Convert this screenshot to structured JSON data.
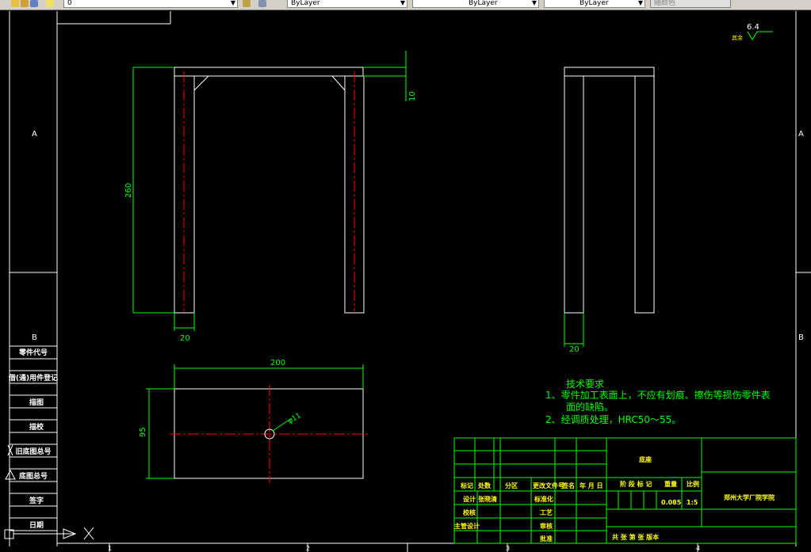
{
  "toolbar": {
    "layer_value": "0",
    "color_value": "ByLayer",
    "linetype_value": "ByLayer",
    "lineweight_value": "ByLayer",
    "plotstyle_value": "随颜色"
  },
  "border": {
    "zone_a": "A",
    "zone_b": "B"
  },
  "side_table": [
    "零件代号",
    "借(通)用件登记",
    "描图",
    "描校",
    "旧底图总号",
    "底图总号",
    "签字",
    "日期"
  ],
  "roughness": {
    "value": "6.4",
    "note": "其余"
  },
  "dimensions": {
    "height_260": "260",
    "thickness_10": "10",
    "width_20_front": "20",
    "width_20_side": "20",
    "length_200": "200",
    "width_95": "95",
    "hole": "φ11"
  },
  "tech_req": {
    "title": "技术要求",
    "line1": "1、零件加工表面上，不应有划痕、擦伤等损伤零件表",
    "line1b": "面的缺陷。",
    "line2": "2、经调质处理，HRC50～55。"
  },
  "title_block": {
    "part_name": "底座",
    "hdr_mark": "标记",
    "hdr_count": "处数",
    "hdr_zone": "分区",
    "hdr_doc": "更改文件号",
    "hdr_sign": "签名",
    "hdr_date": "年 月 日",
    "design_label": "设计",
    "designer": "张晓清",
    "standard_label": "标准化",
    "check_label": "校核",
    "process_label": "工艺",
    "chief_label": "主管设计",
    "review_label": "审核",
    "approve_label": "批准",
    "stage_label": "阶 段 标 记",
    "weight_label": "重量",
    "scale_label": "比例",
    "weight_value": "0.085",
    "scale_value": "1:5",
    "company": "郑州大学厂院学院",
    "sheets_label": "共 张 第 张 版本"
  },
  "bottom_zones": [
    "1",
    "2",
    "3",
    "4"
  ]
}
